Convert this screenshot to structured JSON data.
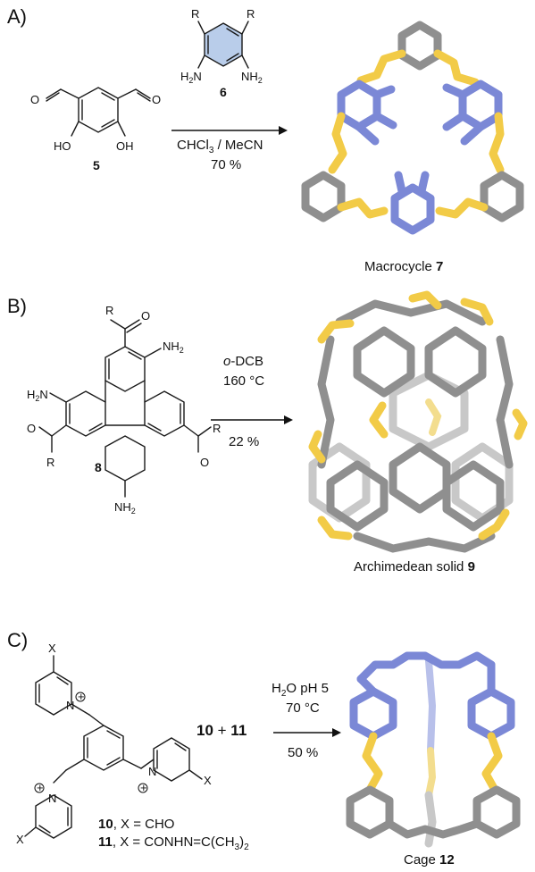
{
  "panelA": {
    "letter": "A)",
    "cmpd5_label": "5",
    "cmpd6_label": "6",
    "cmpd6_R": "R",
    "cmpd6_NH2": "NH",
    "cmpd6_H2N": "H",
    "cmpd5_HO": "HO",
    "cmpd5_OH": "OH",
    "cond1_pre": "CHCl",
    "cond1_sub": "3",
    "cond1_post": " / MeCN",
    "cond2": "70 %",
    "caption_text": "Macrocycle ",
    "caption_num": "7"
  },
  "panelB": {
    "letter": "B)",
    "cmpd8_label": "8",
    "cond1_italic": "o",
    "cond1_rest": "-DCB",
    "cond2": "160 °C",
    "cond3": "22 %",
    "caption_text": "Archimedean solid ",
    "caption_num": "9"
  },
  "panelC": {
    "letter": "C)",
    "reactants_a": "10",
    "reactants_plus": " + ",
    "reactants_b": "11",
    "cond1_pre": "H",
    "cond1_sub": "2",
    "cond1_post": "O pH 5",
    "cond2": "70 °C",
    "cond3": "50 %",
    "legend10_num": "10",
    "legend10_text": ", X = CHO",
    "legend11_num": "11",
    "legend11_text": ", X = CONHN=C(CH",
    "legend11_sub": "3",
    "legend11_end": ")",
    "legend11_sub2": "2",
    "caption_text": "Cage ",
    "caption_num": "12"
  }
}
